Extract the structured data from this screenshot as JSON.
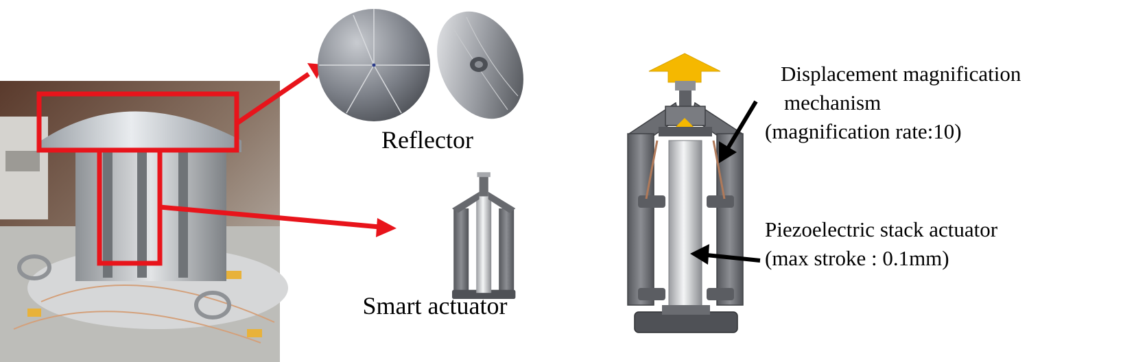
{
  "labels": {
    "reflector": "Reflector",
    "smart_actuator": "Smart actuator",
    "displacement_line1": "Displacement magnification",
    "displacement_line2": "mechanism",
    "displacement_line3": "(magnification rate:10)",
    "piezo_line1": "Piezoelectric stack actuator",
    "piezo_line2": "(max stroke : 0.1mm)"
  },
  "colors": {
    "highlight": "#e8141b",
    "pointer": "#000000",
    "motion_arrow": "#f5b800",
    "frame": "#6b6b70",
    "background": "#ffffff"
  }
}
